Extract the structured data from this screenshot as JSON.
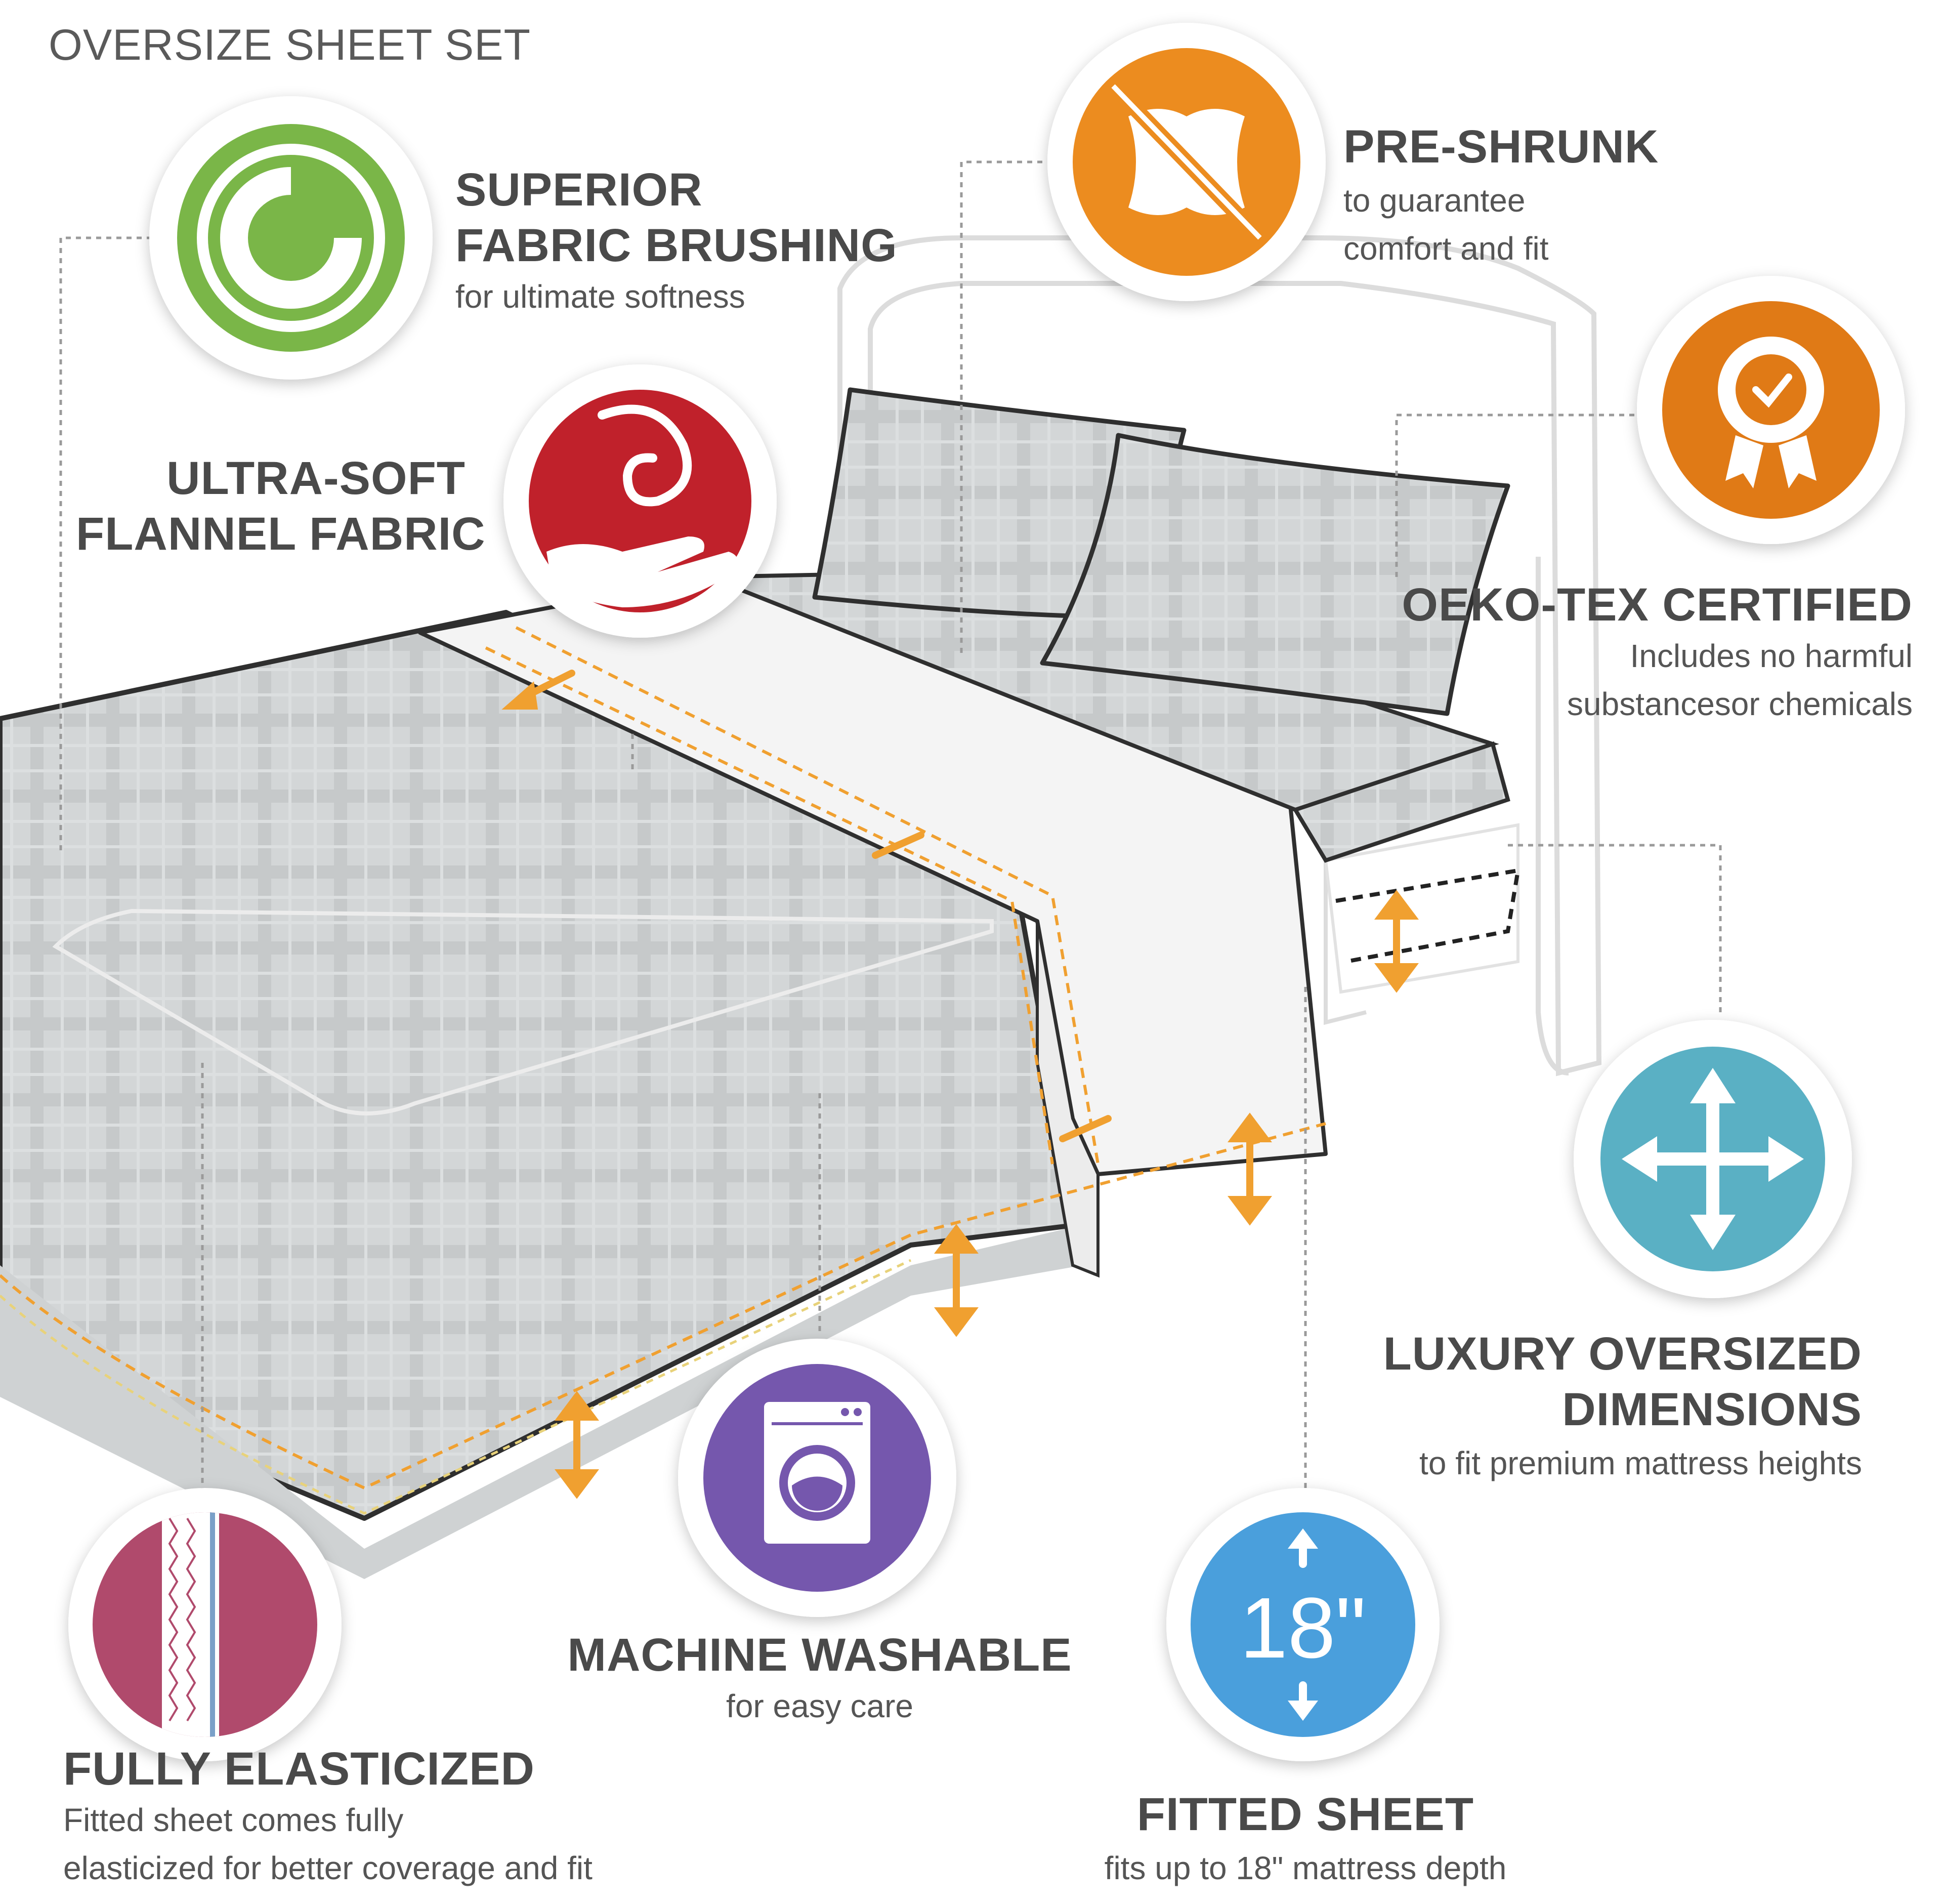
{
  "page": {
    "title": "OVERSIZE SHEET SET"
  },
  "features": {
    "brushing": {
      "heading_line1": "SUPERIOR",
      "heading_line2": "FABRIC BRUSHING",
      "sub": "for ultimate softness",
      "icon": "swirl-icon",
      "color": "#7ab648"
    },
    "flannel": {
      "heading_line1": "ULTRA-SOFT",
      "heading_line2": "FLANNEL FABRIC",
      "icon": "hand-feather-icon",
      "color": "#c0212b"
    },
    "preshrunk": {
      "heading": "PRE-SHRUNK",
      "sub_line1": "to guarantee",
      "sub_line2": "comfort and fit",
      "icon": "no-shrink-icon",
      "color": "#ec8c1f"
    },
    "oekotex": {
      "heading": "OEKO-TEX CERTIFIED",
      "sub_line1": "Includes no harmful",
      "sub_line2": "substancesor chemicals",
      "icon": "certificate-rosette-icon",
      "color": "#e07a16"
    },
    "dimensions": {
      "heading_line1": "LUXURY OVERSIZED",
      "heading_line2": "DIMENSIONS",
      "sub": "to fit premium mattress heights",
      "icon": "expand-arrows-icon",
      "color": "#5ab0c4"
    },
    "washable": {
      "heading": "MACHINE WASHABLE",
      "sub": "for easy care",
      "icon": "washing-machine-icon",
      "color": "#7557ad"
    },
    "elasticized": {
      "heading": "FULLY ELASTICIZED",
      "sub_line1": "Fitted sheet comes fully",
      "sub_line2": "elasticized for better coverage and fit",
      "icon": "elastic-band-icon",
      "color": "#b04a6c"
    },
    "fitted": {
      "heading": "FITTED SHEET",
      "sub": "fits up to 18\" mattress depth",
      "badge": "18\"",
      "icon": "depth-arrows-icon",
      "color": "#4a9fdc"
    }
  },
  "colors": {
    "accent_arrow": "#f0a030",
    "sheet_gray": "#d2d5d6",
    "outline": "#3a3a3a"
  }
}
